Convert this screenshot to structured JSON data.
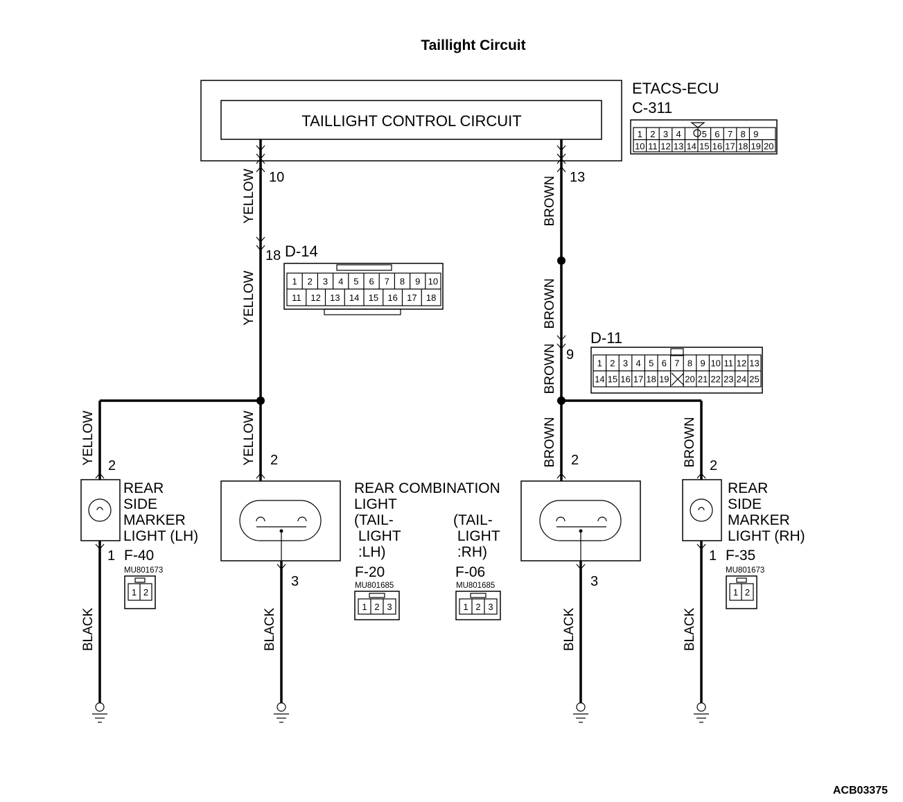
{
  "title": "Taillight Circuit",
  "figure_code": "ACB03375",
  "ecu": {
    "name": "ETACS-ECU",
    "inner_label": "TAILLIGHT CONTROL CIRCUIT",
    "connector_id": "C-311",
    "pins_row1": [
      "1",
      "2",
      "3",
      "4",
      "",
      "5",
      "6",
      "7",
      "8",
      "9"
    ],
    "pins_row2": [
      "10",
      "11",
      "12",
      "13",
      "14",
      "15",
      "16",
      "17",
      "18",
      "19",
      "20"
    ],
    "pin_yellow": "10",
    "pin_brown": "13"
  },
  "d14": {
    "id": "D-14",
    "pin": "18",
    "pins_row1": [
      "1",
      "2",
      "3",
      "4",
      "5",
      "6",
      "7",
      "8",
      "9",
      "10"
    ],
    "pins_row2": [
      "11",
      "12",
      "13",
      "14",
      "15",
      "16",
      "17",
      "18"
    ]
  },
  "d11": {
    "id": "D-11",
    "pin": "9",
    "pins_row1": [
      "1",
      "2",
      "3",
      "4",
      "5",
      "6",
      "7",
      "8",
      "9",
      "10",
      "11",
      "12",
      "13"
    ],
    "pins_row2": [
      "14",
      "15",
      "16",
      "17",
      "18",
      "19",
      "",
      "20",
      "21",
      "22",
      "23",
      "24",
      "25"
    ]
  },
  "wires": {
    "yellow": "YELLOW",
    "brown": "BROWN",
    "black": "BLACK"
  },
  "side_marker_lh": {
    "label_lines": [
      "REAR",
      "SIDE",
      "MARKER",
      "LIGHT (LH)"
    ],
    "pin_in": "2",
    "pin_out": "1",
    "connector_id": "F-40",
    "part_no": "MU801673",
    "pins": [
      "1",
      "2"
    ]
  },
  "side_marker_rh": {
    "label_lines": [
      "REAR",
      "SIDE",
      "MARKER",
      "LIGHT (RH)"
    ],
    "pin_in": "2",
    "pin_out": "1",
    "connector_id": "F-35",
    "part_no": "MU801673",
    "pins": [
      "1",
      "2"
    ]
  },
  "combo_lh": {
    "pin_in": "2",
    "pin_out": "3",
    "connector_id": "F-20",
    "part_no": "MU801685",
    "pins": [
      "1",
      "2",
      "3"
    ],
    "sub_label_lines": [
      "(TAIL-",
      " LIGHT",
      " :LH)"
    ]
  },
  "combo_rh": {
    "pin_in": "2",
    "pin_out": "3",
    "connector_id": "F-06",
    "part_no": "MU801685",
    "pins": [
      "1",
      "2",
      "3"
    ],
    "sub_label_lines": [
      "(TAIL-",
      " LIGHT",
      " :RH)"
    ]
  },
  "combo_label_lines": [
    "REAR COMBINATION",
    "LIGHT"
  ]
}
